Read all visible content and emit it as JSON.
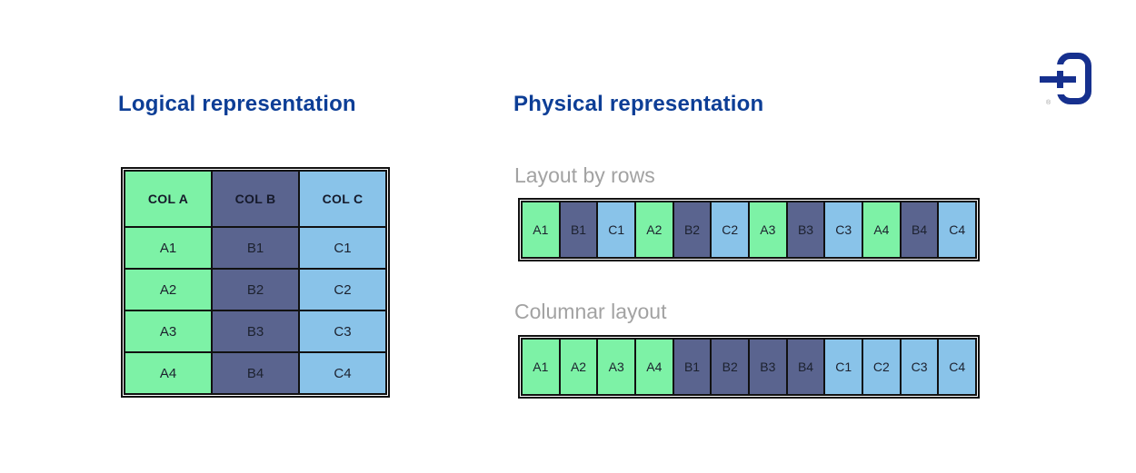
{
  "page": {
    "background": "#ffffff"
  },
  "branding": {
    "logo": "d-with-stroke-logo",
    "logo_color": "#16308e",
    "registered_mark": "®"
  },
  "palette": {
    "heading_blue": "#0d3e96",
    "label_gray": "#a2a2a2",
    "border_black": "#111111",
    "green": "#7df2a6",
    "slate": "#5a648f",
    "light_blue": "#89c3e9"
  },
  "left_panel": {
    "title": "Logical representation"
  },
  "logical_table": {
    "columns": [
      "COL A",
      "COL B",
      "COL C"
    ],
    "column_colors": [
      "#7df2a6",
      "#5a648f",
      "#89c3e9"
    ],
    "rows": [
      [
        "A1",
        "B1",
        "C1"
      ],
      [
        "A2",
        "B2",
        "C2"
      ],
      [
        "A3",
        "B3",
        "C3"
      ],
      [
        "A4",
        "B4",
        "C4"
      ]
    ]
  },
  "right_panel": {
    "title": "Physical representation",
    "row_layout": {
      "label": "Layout by rows",
      "cells": [
        {
          "label": "A1",
          "color": "#7df2a6"
        },
        {
          "label": "B1",
          "color": "#5a648f"
        },
        {
          "label": "C1",
          "color": "#89c3e9"
        },
        {
          "label": "A2",
          "color": "#7df2a6"
        },
        {
          "label": "B2",
          "color": "#5a648f"
        },
        {
          "label": "C2",
          "color": "#89c3e9"
        },
        {
          "label": "A3",
          "color": "#7df2a6"
        },
        {
          "label": "B3",
          "color": "#5a648f"
        },
        {
          "label": "C3",
          "color": "#89c3e9"
        },
        {
          "label": "A4",
          "color": "#7df2a6"
        },
        {
          "label": "B4",
          "color": "#5a648f"
        },
        {
          "label": "C4",
          "color": "#89c3e9"
        }
      ]
    },
    "columnar_layout": {
      "label": "Columnar layout",
      "cells": [
        {
          "label": "A1",
          "color": "#7df2a6"
        },
        {
          "label": "A2",
          "color": "#7df2a6"
        },
        {
          "label": "A3",
          "color": "#7df2a6"
        },
        {
          "label": "A4",
          "color": "#7df2a6"
        },
        {
          "label": "B1",
          "color": "#5a648f"
        },
        {
          "label": "B2",
          "color": "#5a648f"
        },
        {
          "label": "B3",
          "color": "#5a648f"
        },
        {
          "label": "B4",
          "color": "#5a648f"
        },
        {
          "label": "C1",
          "color": "#89c3e9"
        },
        {
          "label": "C2",
          "color": "#89c3e9"
        },
        {
          "label": "C3",
          "color": "#89c3e9"
        },
        {
          "label": "C4",
          "color": "#89c3e9"
        }
      ]
    }
  }
}
